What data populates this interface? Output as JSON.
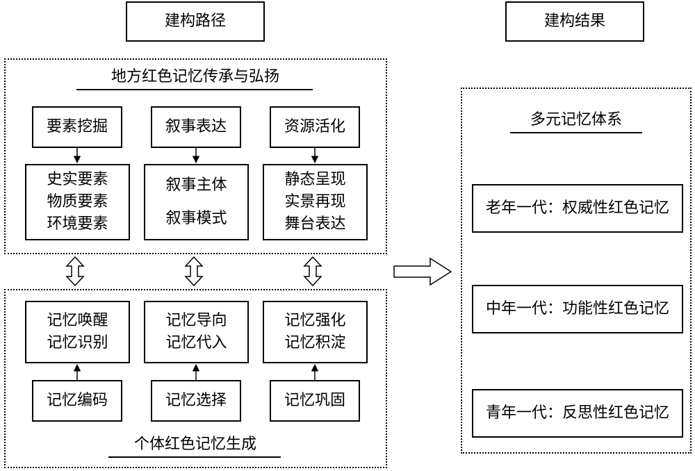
{
  "headers": {
    "path": "建构路径",
    "result": "建构结果"
  },
  "top_group": {
    "title": "地方红色记忆传承与弘扬",
    "columns": [
      {
        "head": "要素挖掘",
        "items": [
          "史实要素",
          "物质要素",
          "环境要素"
        ]
      },
      {
        "head": "叙事表达",
        "items": [
          "叙事主体",
          "叙事模式"
        ]
      },
      {
        "head": "资源活化",
        "items": [
          "静态呈现",
          "实景再现",
          "舞台表达"
        ]
      }
    ]
  },
  "bottom_group": {
    "title": "个体红色记忆生成",
    "columns": [
      {
        "top": [
          "记忆唤醒",
          "记忆识别"
        ],
        "bottom": "记忆编码"
      },
      {
        "top": [
          "记忆导向",
          "记忆代入"
        ],
        "bottom": "记忆选择"
      },
      {
        "top": [
          "记忆强化",
          "记忆积淀"
        ],
        "bottom": "记忆巩固"
      }
    ]
  },
  "result_group": {
    "title": "多元记忆体系",
    "items": [
      "老年一代：权威性红色记忆",
      "中年一代：功能性红色记忆",
      "青年一代：反思性红色记忆"
    ]
  }
}
